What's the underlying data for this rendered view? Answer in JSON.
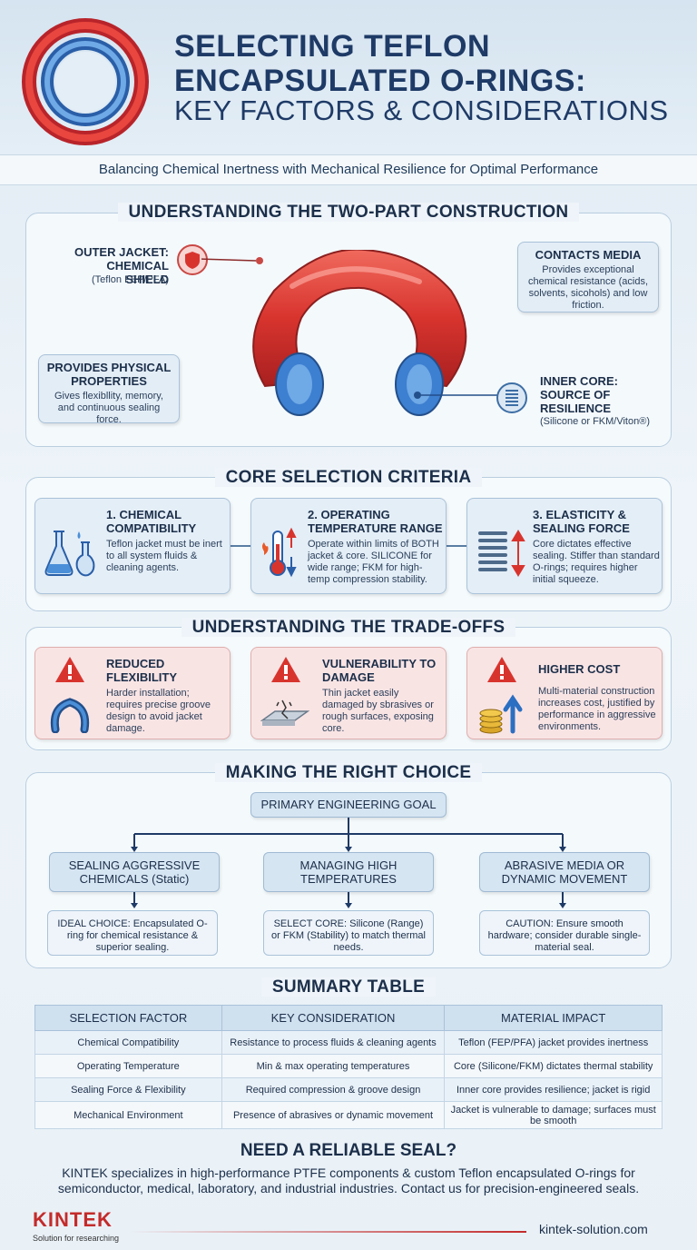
{
  "header": {
    "title_line1": "SELECTING TEFLON",
    "title_line2": "ENCAPSULATED O-RINGS:",
    "title_line3": "KEY FACTORS & CONSIDERATIONS",
    "subtitle": "Balancing Chemical Inertness with Mechanical Resilience for Optimal Performance"
  },
  "construction": {
    "title": "UNDERSTANDING THE TWO-PART CONSTRUCTION",
    "outer_jacket": {
      "line1": "OUTER JACKET:",
      "line2": "CHEMICAL SHIELD",
      "sub": "(Teflon FEP/PFA)"
    },
    "contacts_media": {
      "title": "CONTACTS MEDIA",
      "text": "Provides exceptional chemical resistance (acids, solvents, sicohols) and low friction."
    },
    "physical": {
      "title": "PROVIDES PHYSICAL PROPERTIES",
      "text": "Gives flexibllity, memory, and continuous sealing force."
    },
    "inner_core": {
      "line1": "INNER CORE:",
      "line2": "SOURCE OF",
      "line3": "RESILIENCE",
      "sub": "(Silicone or FKM/Viton®)"
    }
  },
  "criteria": {
    "title": "CORE SELECTION CRITERIA",
    "items": [
      {
        "title": "1. CHEMICAL COMPATIBILITY",
        "text": "Teflon jacket must be inert to all system fluids & cleaning agents."
      },
      {
        "title": "2. OPERATING TEMPERATURE RANGE",
        "text": "Operate within limits of BOTH jacket & core. SILICONE for wide range; FKM for high-temp compression stability."
      },
      {
        "title": "3. ELASTICITY & SEALING FORCE",
        "text": "Core dictates effective sealing. Stiffer than standard O-rings; requires higher initial squeeze."
      }
    ]
  },
  "tradeoffs": {
    "title": "UNDERSTANDING THE TRADE-OFFS",
    "items": [
      {
        "title": "REDUCED FLEXIBILITY",
        "text": "Harder installation; requires precise groove design to avoid jacket damage."
      },
      {
        "title": "VULNERABILITY TO DAMAGE",
        "text": "Thin jacket easily damaged by sbrasives or rough surfaces, exposing core."
      },
      {
        "title": "HIGHER COST",
        "text": "Multi-material construction increases cost, justified by performance in aggressive environments."
      }
    ]
  },
  "choice": {
    "title": "MAKING THE RIGHT CHOICE",
    "goal": "PRIMARY ENGINEERING GOAL",
    "branches": [
      {
        "label": "SEALING AGGRESSIVE CHEMICALS (Static)",
        "result": "IDEAL CHOICE: Encapsulated O-ring for chemical resistance & superior sealing."
      },
      {
        "label": "MANAGING HIGH TEMPERATURES",
        "result": "SELECT CORE: Silicone (Range) or FKM (Stability) to match thermal needs."
      },
      {
        "label": "ABRASIVE MEDIA OR DYNAMIC MOVEMENT",
        "result": "CAUTION: Ensure smooth hardware; consider durable single-material seal."
      }
    ]
  },
  "summary": {
    "title": "SUMMARY TABLE",
    "headers": [
      "SELECTION FACTOR",
      "KEY CONSIDERATION",
      "MATERIAL IMPACT"
    ],
    "rows": [
      [
        "Chemical Compatibility",
        "Resistance to process fluids & cleaning agents",
        "Teflon (FEP/PFA) jacket provides inertness"
      ],
      [
        "Operating Temperature",
        "Min & max operating temperatures",
        "Core (Silicone/FKM) dictates thermal stability"
      ],
      [
        "Sealing Force & Flexibility",
        "Required compression & groove design",
        "Inner core provides resilience; jacket is rigid"
      ],
      [
        "Mechanical Environment",
        "Presence of abrasives or dynamic movement",
        "Jacket is vulnerable to damage; surfaces must be smooth"
      ]
    ]
  },
  "cta": {
    "title": "NEED A RELIABLE SEAL?",
    "text": "KINTEK specializes in high-performance PTFE components & custom Teflon encapsulated O-rings for semiconductor, medical, laboratory, and industrial industries. Contact us for precision-engineered seals."
  },
  "footer": {
    "logo": "KINTEK",
    "tagline": "Solution for researching",
    "url": "kintek-solution.com"
  },
  "colors": {
    "jacket_red": "#d8342e",
    "core_blue": "#3d7fd0",
    "brand_red": "#c42b2b",
    "navy": "#1e3a66"
  }
}
